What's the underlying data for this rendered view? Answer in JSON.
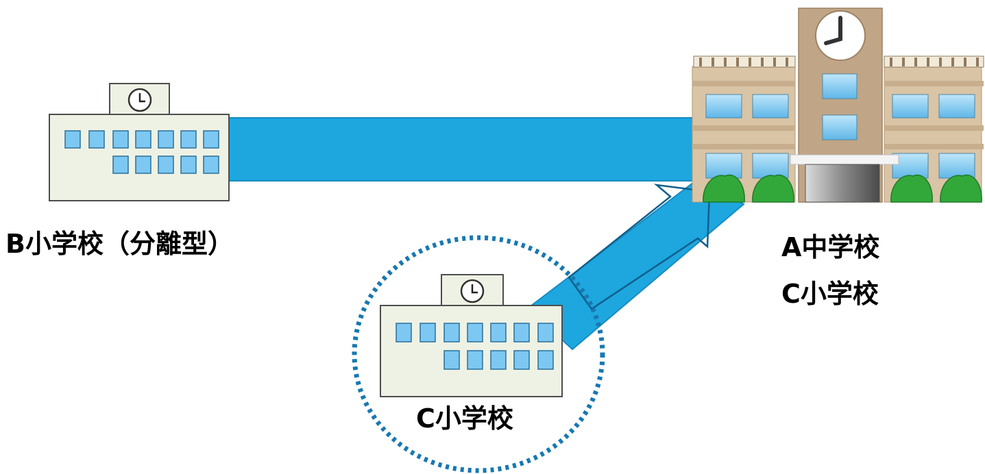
{
  "labels": {
    "b_school": "B小学校（分離型）",
    "a_school_line1": "A中学校",
    "a_school_line2": "C小学校",
    "c_school": "C小学校"
  },
  "colors": {
    "connector": "#1ea6df",
    "building_fill": "#eef2e4",
    "window": "#7cc8f2",
    "dotted_circle": "#1878b0",
    "main_wall": "#cdb79a",
    "main_tower": "#c0a586",
    "shrub": "#32a83a"
  },
  "icons": {
    "b_school": "school-building-icon",
    "c_school": "school-building-icon",
    "a_school": "school-with-clock-tower-icon"
  }
}
